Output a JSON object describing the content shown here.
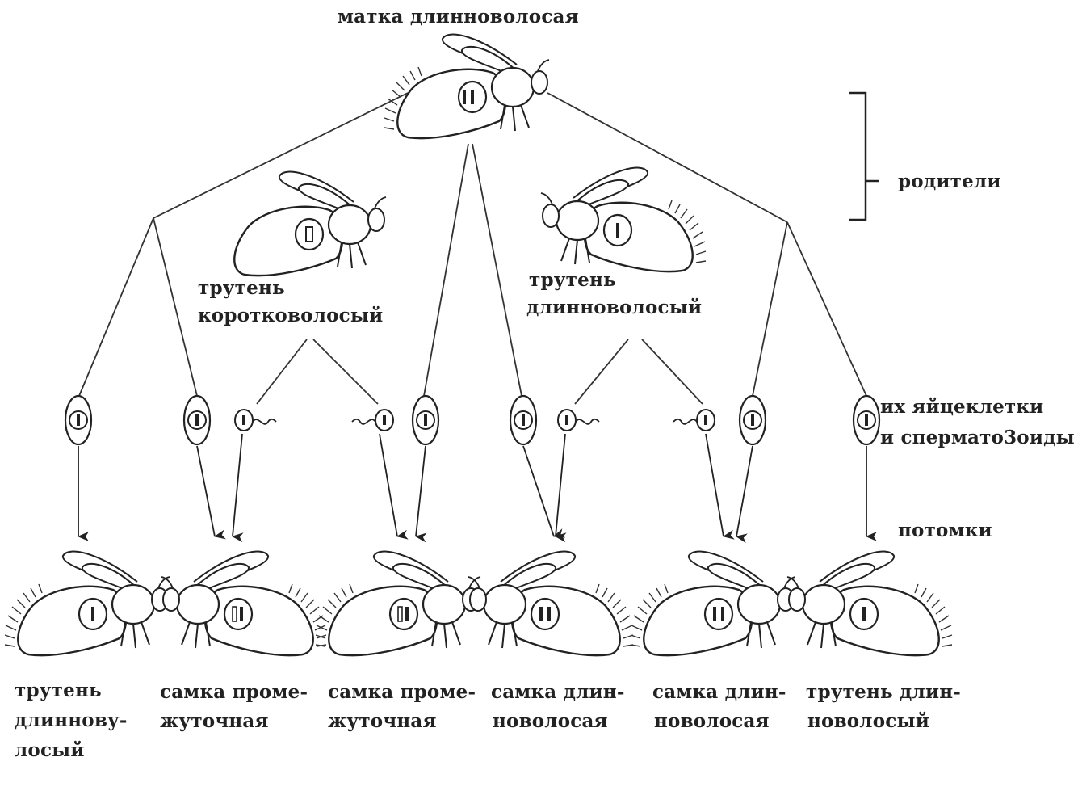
{
  "labels": {
    "queen": "матка длинноволосая",
    "parents": "родители",
    "drone_short_1": "трутень",
    "drone_short_2": "коротковолосый",
    "drone_long_1": "трутень",
    "drone_long_2": "длинноволосый",
    "gametes_1": "их яйцеклетки",
    "gametes_2": "и спермато3оиды",
    "offspring": "потомки"
  },
  "offspring_labels": [
    [
      "трутень",
      "длиннову-",
      "лосый"
    ],
    [
      "самка проме-",
      "жуточная"
    ],
    [
      "самка проме-",
      "жуточная"
    ],
    [
      "самка длин-",
      "новолосая"
    ],
    [
      "самка длин-",
      "новолосая"
    ],
    [
      "трутень длин-",
      "новолосый"
    ]
  ]
}
